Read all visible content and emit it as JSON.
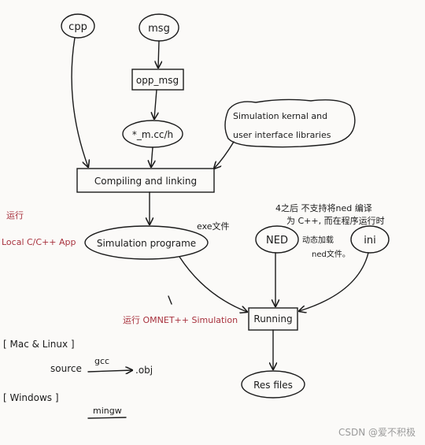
{
  "nodes": {
    "cpp": "cpp",
    "msg": "msg",
    "opp_msg": "opp_msg",
    "m_files": "*_m.cc/h",
    "sim_kernel": [
      "Simulation kernal and",
      "user interface libraries"
    ],
    "compiling": "Compiling and linking",
    "sim_program": "Simulation programe",
    "ned": "NED",
    "ini": "ini",
    "running": "Running",
    "res_files": "Res files"
  },
  "annotations": {
    "exe_file": "exe文件",
    "run_local_label": "运行",
    "local_app": "Local C/C++ App",
    "run_omnet": "运行 OMNET++ Simulation",
    "ned_note": [
      "4之后 不支持将ned 编译",
      "为 C++, 而在程序运行时",
      "动态加载",
      "ned文件。"
    ],
    "mac_linux": "[ Mac & Linux ]",
    "source": "source",
    "gcc": "gcc",
    "obj": ".obj",
    "windows": "[ Windows ]",
    "mingw": "mingw"
  },
  "watermark": "CSDN @爱不积极",
  "colors": {
    "ink": "#1b1b1b",
    "red_ink": "#a8323e",
    "paper": "#fbfaf8"
  }
}
